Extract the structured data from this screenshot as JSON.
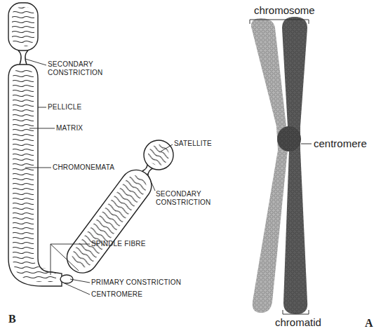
{
  "diagram": {
    "labels": [
      "SECONDARY CONSTRICTION",
      "PELLICLE",
      "MATRIX",
      "CHROMONEMATA",
      "SATELLITE",
      "SECONDARY CONSTRICTION",
      "SPINDLE FIBRE",
      "PRIMARY CONSTRICTION",
      "CENTROMERE",
      "B",
      "chromosome",
      "centromere",
      "chromatid",
      "A"
    ]
  }
}
